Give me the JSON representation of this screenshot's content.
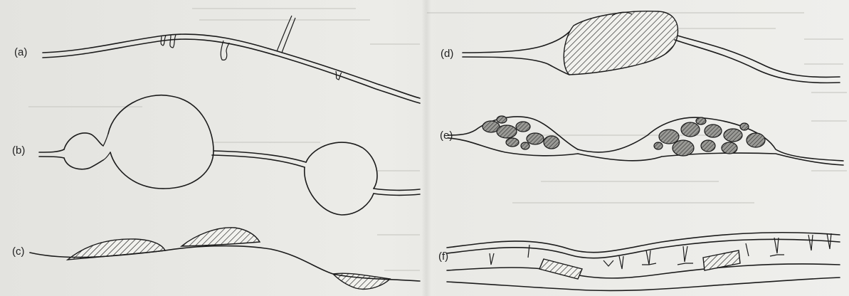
{
  "panels": {
    "a": {
      "label": "(a)"
    },
    "b": {
      "label": "(b)"
    },
    "c": {
      "label": "(c)"
    },
    "d": {
      "label": "(d)"
    },
    "e": {
      "label": "(e)"
    },
    "f": {
      "label": "(f)"
    }
  },
  "colors": {
    "ink": "#1b1b1b",
    "paper": "#e9e9e5"
  }
}
